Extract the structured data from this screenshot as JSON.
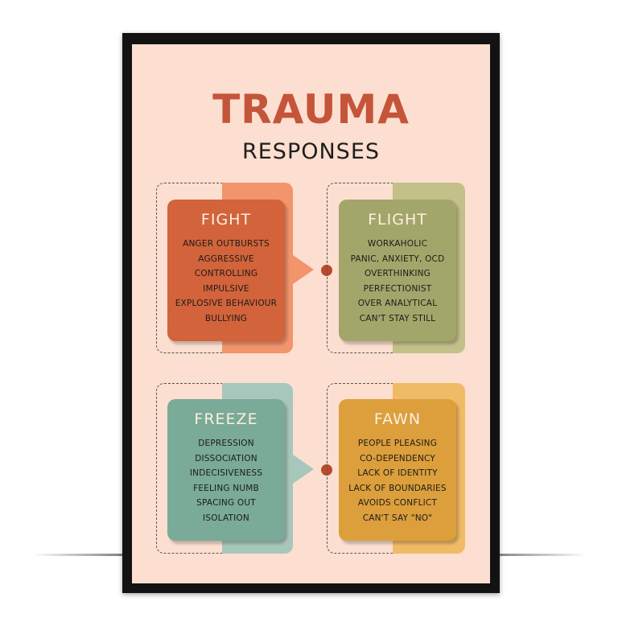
{
  "poster": {
    "title": "TRAUMA",
    "subtitle": "RESPONSES",
    "colors": {
      "background": "#fcdfd0",
      "title": "#c4553a",
      "fight": "#d2633a",
      "fight_accent": "#f2946c",
      "flight": "#a3a66a",
      "flight_accent": "#c3c08a",
      "freeze": "#7aaa98",
      "freeze_accent": "#a8c7bc",
      "fawn": "#dc9f3c",
      "fawn_accent": "#f0bb66",
      "connector_dot": "#b84a2b"
    },
    "responses": [
      {
        "name": "FIGHT",
        "items": [
          "ANGER OUTBURSTS",
          "AGGRESSIVE",
          "CONTROLLING",
          "IMPULSIVE",
          "EXPLOSIVE BEHAVIOUR",
          "BULLYING"
        ]
      },
      {
        "name": "FLIGHT",
        "items": [
          "WORKAHOLIC",
          "PANIC, ANXIETY, OCD",
          "OVERTHINKING",
          "PERFECTIONIST",
          "OVER ANALYTICAL",
          "CAN'T STAY STILL"
        ]
      },
      {
        "name": "FREEZE",
        "items": [
          "DEPRESSION",
          "DISSOCIATION",
          "INDECISIVENESS",
          "FEELING NUMB",
          "SPACING OUT",
          "ISOLATION"
        ]
      },
      {
        "name": "FAWN",
        "items": [
          "PEOPLE PLEASING",
          "CO-DEPENDENCY",
          "LACK OF IDENTITY",
          "LACK OF BOUNDARIES",
          "AVOIDS CONFLICT",
          "CAN'T SAY \"NO\""
        ]
      }
    ]
  }
}
